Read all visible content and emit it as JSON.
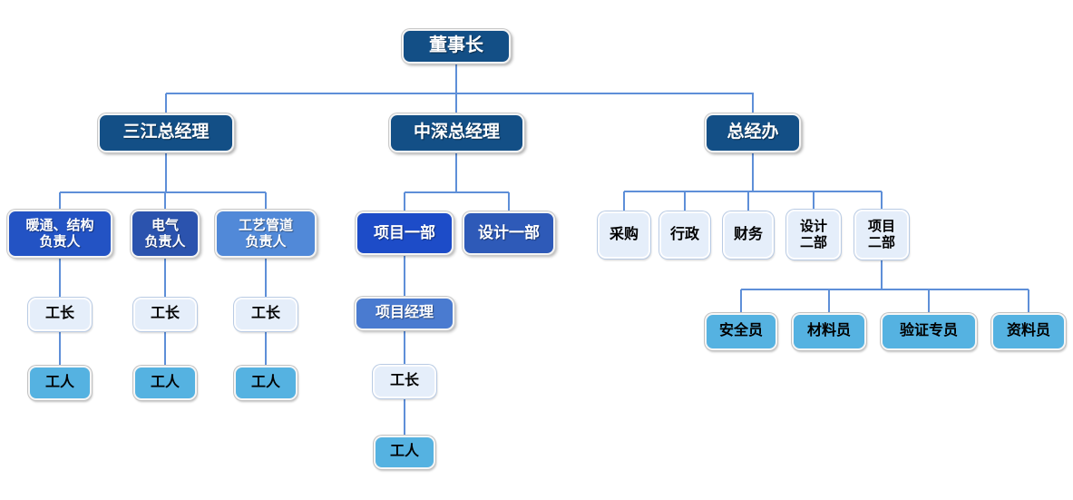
{
  "diagram": {
    "type": "org-chart",
    "palette": {
      "dark_blue": "#134F86",
      "royal_blue": "#2353C4",
      "royal_blue_dim": "#2B53AE",
      "bright_royal_blue": "#1D4CC8",
      "medium_blue": "#4A7BD0",
      "light_royal_blue": "#5189D8",
      "pale_blue": "#E5EEFA",
      "sky_blue": "#55B2E1",
      "connector_blue": "#5E8FD8",
      "background": "#ffffff"
    }
  },
  "labels": {
    "chairman": "董事长",
    "sanjiang_gm": "三江总经理",
    "zhongshen_gm": "中深总经理",
    "general_office": "总经办",
    "hvac_structure_lead": "暖通、结构\n负责人",
    "electrical_lead": "电气\n负责人",
    "process_piping_lead": "工艺管道\n负责人",
    "project_dept_1": "项目一部",
    "design_dept_1": "设计一部",
    "procurement": "采购",
    "administration": "行政",
    "finance": "财务",
    "design_dept_2": "设计\n二部",
    "project_dept_2": "项目\n二部",
    "project_manager": "项目经理",
    "foreman": "工长",
    "worker": "工人",
    "safety_officer": "安全员",
    "materials_officer": "材料员",
    "verification_specialist": "验证专员",
    "documentation_officer": "资料员"
  }
}
